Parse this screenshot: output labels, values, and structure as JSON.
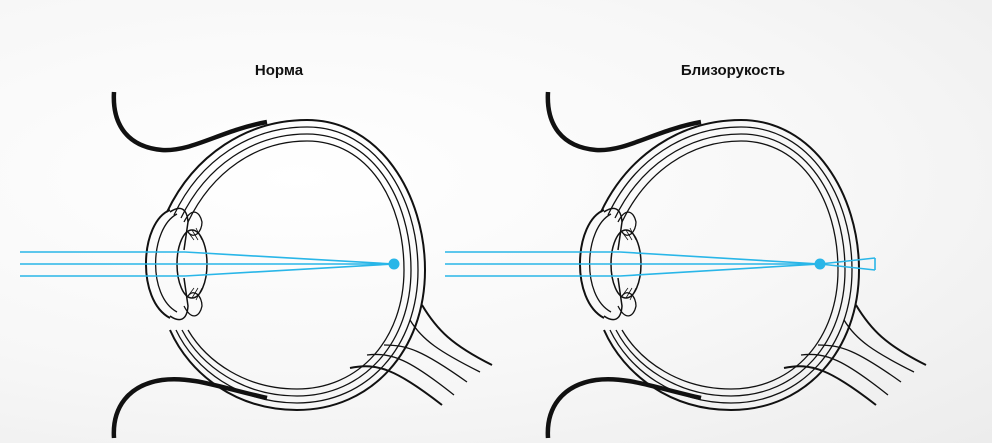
{
  "panels": [
    {
      "id": "normal",
      "title": "Норма",
      "focus": "on-retina"
    },
    {
      "id": "myopia",
      "title": "Близорукость",
      "focus": "in-front-of-retina"
    }
  ],
  "colors": {
    "ray": "#29b6e8",
    "focal_point": "#29b6e8",
    "outline": "#111111",
    "eyelid": "#111111",
    "background": "#f4f4f4"
  }
}
